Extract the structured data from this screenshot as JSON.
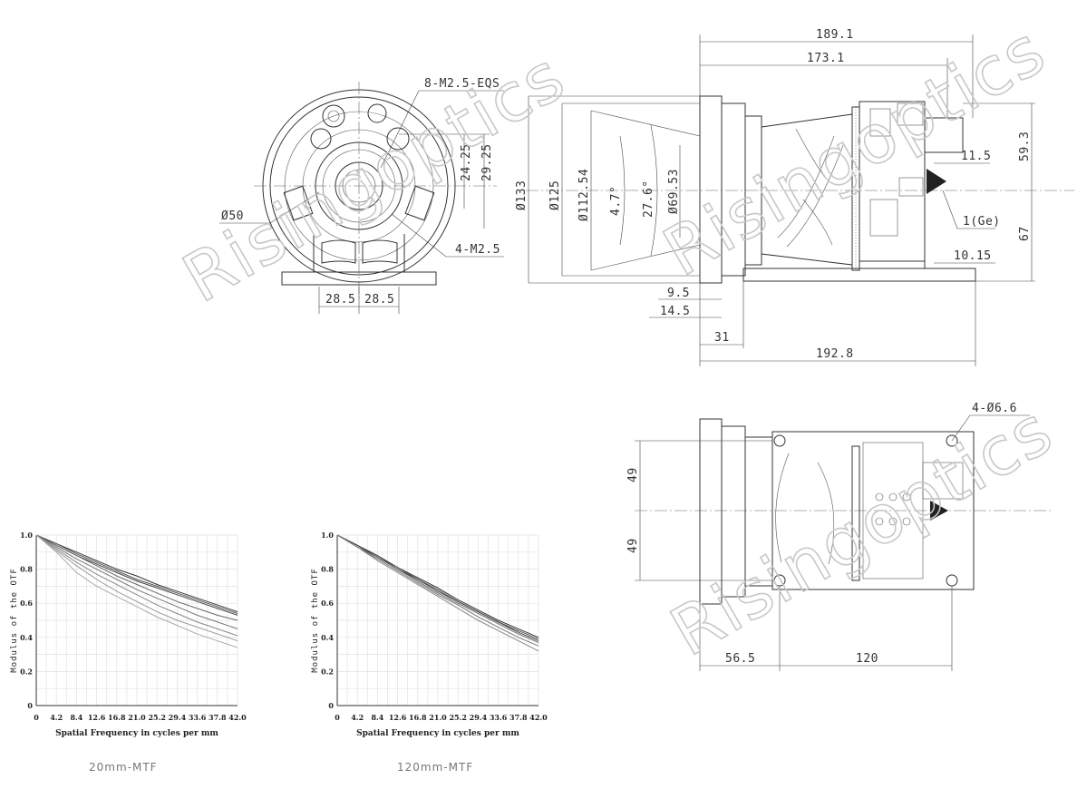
{
  "front_view": {
    "labels": {
      "thread_top": "8-M2.5-EQS",
      "dim_24_25": "24.25",
      "dim_29_25": "29.25",
      "dia_50": "Ø50",
      "thread_bottom": "4-M2.5",
      "dim_28_5_left": "28.5",
      "dim_28_5_right": "28.5"
    }
  },
  "side_view": {
    "labels": {
      "len_189_1": "189.1",
      "len_173_1": "173.1",
      "dia_133": "Ø133",
      "dia_125": "Ø125",
      "dia_112_54": "Ø112.54",
      "angle_4_7": "4.7°",
      "angle_27_6": "27.6°",
      "dia_69_53": "Ø69.53",
      "dim_11_5": "11.5",
      "ge_window": "1(Ge)",
      "dim_10_15": "10.15",
      "height_59_3": "59.3",
      "height_67": "67",
      "dim_9_5": "9.5",
      "dim_14_5": "14.5",
      "dim_31": "31",
      "len_192_8": "192.8"
    }
  },
  "top_view": {
    "labels": {
      "holes": "4-Ø6.6",
      "dim_49_top": "49",
      "dim_49_bottom": "49",
      "dim_56_5": "56.5",
      "dim_120": "120"
    }
  },
  "watermark": {
    "text": "Risingoptics"
  },
  "chart_data": [
    {
      "type": "line",
      "title": "",
      "caption": "20mm-MTF",
      "xlabel": "Spatial Frequency in cycles per mm",
      "ylabel": "Modulus of the OTF",
      "xlim": [
        0,
        42
      ],
      "ylim": [
        0,
        1
      ],
      "grid": true,
      "xticks": [
        "0",
        "4.2",
        "8.4",
        "12.6",
        "16.8",
        "21.0",
        "25.2",
        "29.4",
        "33.6",
        "37.8",
        "42.0"
      ],
      "yticks": [
        "0",
        "0.2",
        "0.4",
        "0.6",
        "0.8",
        "1.0"
      ],
      "x": [
        0,
        4.2,
        8.4,
        12.6,
        16.8,
        21.0,
        25.2,
        29.4,
        33.6,
        37.8,
        42.0
      ],
      "series": [
        {
          "values": [
            1.0,
            0.95,
            0.9,
            0.85,
            0.8,
            0.76,
            0.71,
            0.67,
            0.63,
            0.59,
            0.55
          ]
        },
        {
          "values": [
            1.0,
            0.95,
            0.89,
            0.84,
            0.79,
            0.74,
            0.7,
            0.66,
            0.62,
            0.58,
            0.54
          ]
        },
        {
          "values": [
            1.0,
            0.94,
            0.88,
            0.83,
            0.78,
            0.73,
            0.69,
            0.65,
            0.61,
            0.57,
            0.53
          ]
        },
        {
          "values": [
            1.0,
            0.94,
            0.88,
            0.82,
            0.76,
            0.71,
            0.66,
            0.61,
            0.57,
            0.53,
            0.5
          ]
        },
        {
          "values": [
            1.0,
            0.93,
            0.86,
            0.8,
            0.74,
            0.68,
            0.63,
            0.58,
            0.53,
            0.49,
            0.45
          ]
        },
        {
          "values": [
            1.0,
            0.92,
            0.84,
            0.77,
            0.71,
            0.65,
            0.59,
            0.54,
            0.49,
            0.45,
            0.41
          ]
        },
        {
          "values": [
            1.0,
            0.91,
            0.82,
            0.74,
            0.67,
            0.61,
            0.55,
            0.5,
            0.46,
            0.42,
            0.38
          ]
        },
        {
          "values": [
            1.0,
            0.9,
            0.78,
            0.7,
            0.64,
            0.58,
            0.52,
            0.47,
            0.42,
            0.38,
            0.34
          ]
        }
      ]
    },
    {
      "type": "line",
      "title": "",
      "caption": "120mm-MTF",
      "xlabel": "Spatial Frequency in cycles per mm",
      "ylabel": "Modulus of the OTF",
      "xlim": [
        0,
        42
      ],
      "ylim": [
        0,
        1
      ],
      "grid": true,
      "xticks": [
        "0",
        "4.2",
        "8.4",
        "12.6",
        "16.8",
        "21.0",
        "25.2",
        "29.4",
        "33.6",
        "37.8",
        "42.0"
      ],
      "yticks": [
        "0",
        "0.2",
        "0.4",
        "0.6",
        "0.8",
        "1.0"
      ],
      "x": [
        0,
        4.2,
        8.4,
        12.6,
        16.8,
        21.0,
        25.2,
        29.4,
        33.6,
        37.8,
        42.0
      ],
      "series": [
        {
          "values": [
            1.0,
            0.94,
            0.88,
            0.81,
            0.75,
            0.69,
            0.62,
            0.56,
            0.5,
            0.45,
            0.4
          ]
        },
        {
          "values": [
            1.0,
            0.94,
            0.87,
            0.81,
            0.74,
            0.68,
            0.61,
            0.55,
            0.49,
            0.44,
            0.39
          ]
        },
        {
          "values": [
            1.0,
            0.94,
            0.87,
            0.8,
            0.74,
            0.67,
            0.61,
            0.55,
            0.49,
            0.43,
            0.38
          ]
        },
        {
          "values": [
            1.0,
            0.93,
            0.87,
            0.8,
            0.73,
            0.66,
            0.6,
            0.54,
            0.48,
            0.42,
            0.37
          ]
        },
        {
          "values": [
            1.0,
            0.93,
            0.86,
            0.79,
            0.72,
            0.65,
            0.59,
            0.52,
            0.46,
            0.4,
            0.35
          ]
        },
        {
          "values": [
            1.0,
            0.93,
            0.85,
            0.78,
            0.71,
            0.64,
            0.57,
            0.5,
            0.44,
            0.38,
            0.32
          ]
        }
      ]
    }
  ]
}
